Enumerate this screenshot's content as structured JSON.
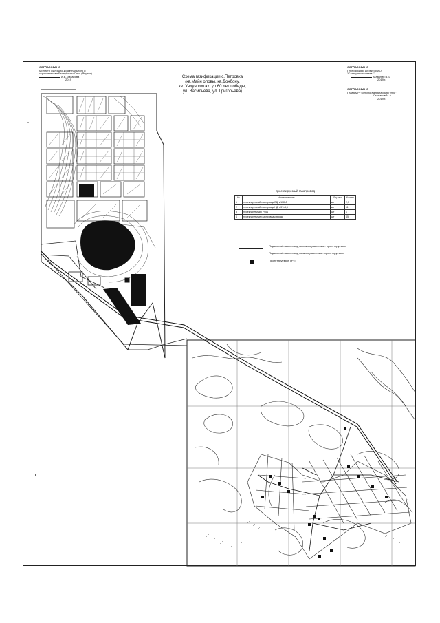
{
  "title": {
    "lines": [
      "Схема газификации с.Петровка",
      "(кв.Майн оловы, кв.Донбону,",
      "кв. Уядунолхтах, ул.60 лет победы,",
      "ул. Васильева, ул. Григорьева)"
    ]
  },
  "approval_left": {
    "heading": "СОГЛАСОВАНО",
    "org": "Министр жилищно-коммунального и строительства Республики Саха (Якутия)",
    "signer": "А.В. Захарова",
    "year": "2019"
  },
  "approval_right_top": {
    "heading": "СОГЛАСОВАНО",
    "org": "Генеральный директор АО \"Сахатранснефтегаз\"",
    "signer": "Мазилин В.Б.",
    "year": "2019 г."
  },
  "approval_right_bottom": {
    "heading": "СОГЛАСОВАНО",
    "org": "Глава МР \"Мегино-Кангаласский улус\"",
    "signer": "Степанов М.А.",
    "year": "2019 г."
  },
  "pipeline_table": {
    "caption": "проектируемый газопровод",
    "headers": [
      "№",
      "Наименование",
      "Ед.изм",
      "Кол-во"
    ],
    "rows": [
      [
        "1",
        "проектируемый газопровод ВД: ø108x5",
        "км",
        "2,7"
      ],
      [
        "2",
        "проектируемый газопровод НД: ø57x3,5",
        "км",
        "11"
      ],
      [
        "3",
        "проектируемый ГРПШ",
        "шт",
        "1"
      ],
      [
        "4",
        "проектируемые газопроводы-вводы",
        "шт",
        "45"
      ]
    ]
  },
  "legend": [
    {
      "symbol": "solid-line",
      "label": "Подземный газопровод высокого давления - проектируемые"
    },
    {
      "symbol": "dashed-line",
      "label": "Подземный газопровод низкого давления - проектируемые"
    },
    {
      "symbol": "square-marker",
      "label": "Проектируемые ГРП"
    }
  ],
  "colors": {
    "ink": "#111111",
    "paper": "#ffffff",
    "grid": "#444444"
  }
}
